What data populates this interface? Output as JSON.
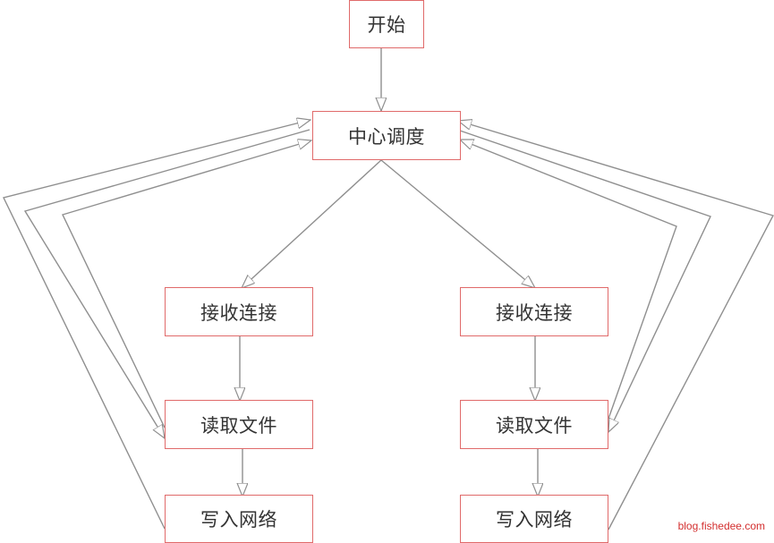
{
  "nodes": {
    "start": "开始",
    "dispatcher": "中心调度",
    "left_accept": "接收连接",
    "left_read": "读取文件",
    "left_write": "写入网络",
    "right_accept": "接收连接",
    "right_read": "读取文件",
    "right_write": "写入网络"
  },
  "watermark": "blog.fishedee.com",
  "colors": {
    "node_border": "#e06a6a",
    "edge": "#8f8f8f",
    "watermark": "#d32f2f"
  }
}
